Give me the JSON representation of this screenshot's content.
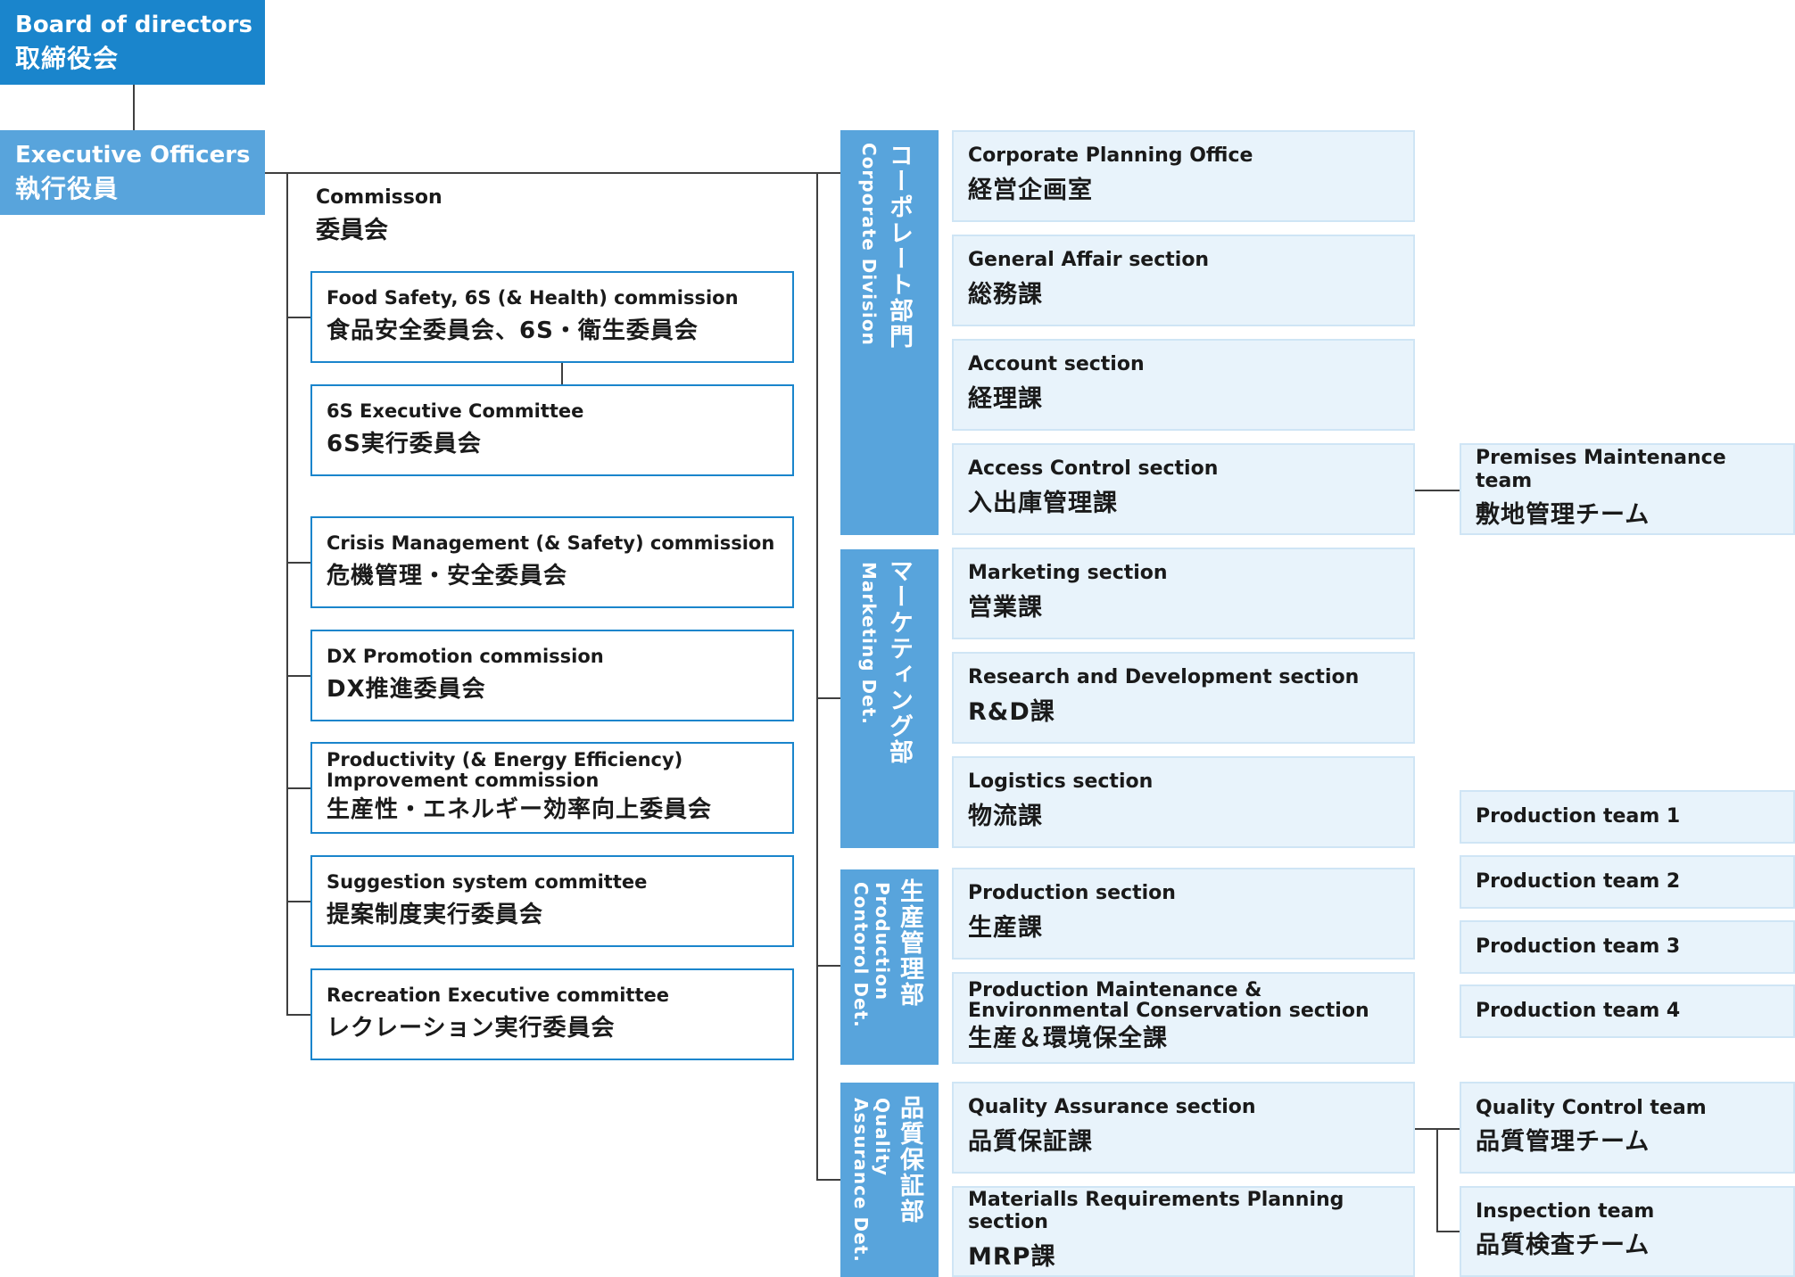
{
  "board": {
    "en": "Board of directors",
    "jp": "取締役会"
  },
  "executive": {
    "en": "Executive Officers",
    "jp": "執行役員"
  },
  "commission_header": {
    "en": "Commisson",
    "jp": "委員会"
  },
  "commissions": [
    {
      "en": "Food Safety, 6S (& Health) commission",
      "jp": "食品安全委員会、6S・衛生委員会"
    },
    {
      "en": "6S Executive Committee",
      "jp": "6S実行委員会"
    },
    {
      "en": "Crisis Management (& Safety) commission",
      "jp": "危機管理・安全委員会"
    },
    {
      "en": "DX Promotion commission",
      "jp": "DX推進委員会"
    },
    {
      "en": "Productivity (& Energy Efficiency) Improvement commission",
      "jp": "生産性・エネルギー効率向上委員会"
    },
    {
      "en": "Suggestion system committee",
      "jp": "提案制度実行委員会"
    },
    {
      "en": "Recreation Executive committee",
      "jp": "レクレーション実行委員会"
    }
  ],
  "divisions": [
    {
      "jp": "コーポレート部門",
      "en": "Corporate Division"
    },
    {
      "jp": "マーケティング部",
      "en": "Marketing Det."
    },
    {
      "jp": "生産管理部",
      "en1": "Production",
      "en2": "Contorol Det."
    },
    {
      "jp": "品質保証部",
      "en1": "Quality",
      "en2": "Assurance Det."
    }
  ],
  "sections": [
    {
      "en": "Corporate Planning Office",
      "jp": "経営企画室"
    },
    {
      "en": "General Affair section",
      "jp": "総務課"
    },
    {
      "en": "Account section",
      "jp": "経理課"
    },
    {
      "en": "Access Control section",
      "jp": "入出庫管理課"
    },
    {
      "en": "Marketing section",
      "jp": "営業課"
    },
    {
      "en": "Research and Development section",
      "jp": "R&D課"
    },
    {
      "en": "Logistics section",
      "jp": "物流課"
    },
    {
      "en": "Production section",
      "jp": "生産課"
    },
    {
      "en": "Production Maintenance & Environmental Conservation section",
      "jp": "生産＆環境保全課"
    },
    {
      "en": "Quality Assurance section",
      "jp": "品質保証課"
    },
    {
      "en": "Materialls Requirements Planning section",
      "jp": "MRP課"
    }
  ],
  "teams": [
    {
      "en": "Premises Maintenance team",
      "jp": "敷地管理チーム"
    },
    {
      "en": "Production team 1"
    },
    {
      "en": "Production team 2"
    },
    {
      "en": "Production team 3"
    },
    {
      "en": "Production team 4"
    },
    {
      "en": "Quality Control team",
      "jp": "品質管理チーム"
    },
    {
      "en": "Inspection team",
      "jp": "品質検査チーム"
    }
  ],
  "colors": {
    "board": "#1a85cc",
    "division": "#58a4dc",
    "commission_border": "#1a85cc",
    "section_fill": "#e8f3fb",
    "section_border": "#cfe5f5",
    "connector": "#3f3f3f"
  }
}
